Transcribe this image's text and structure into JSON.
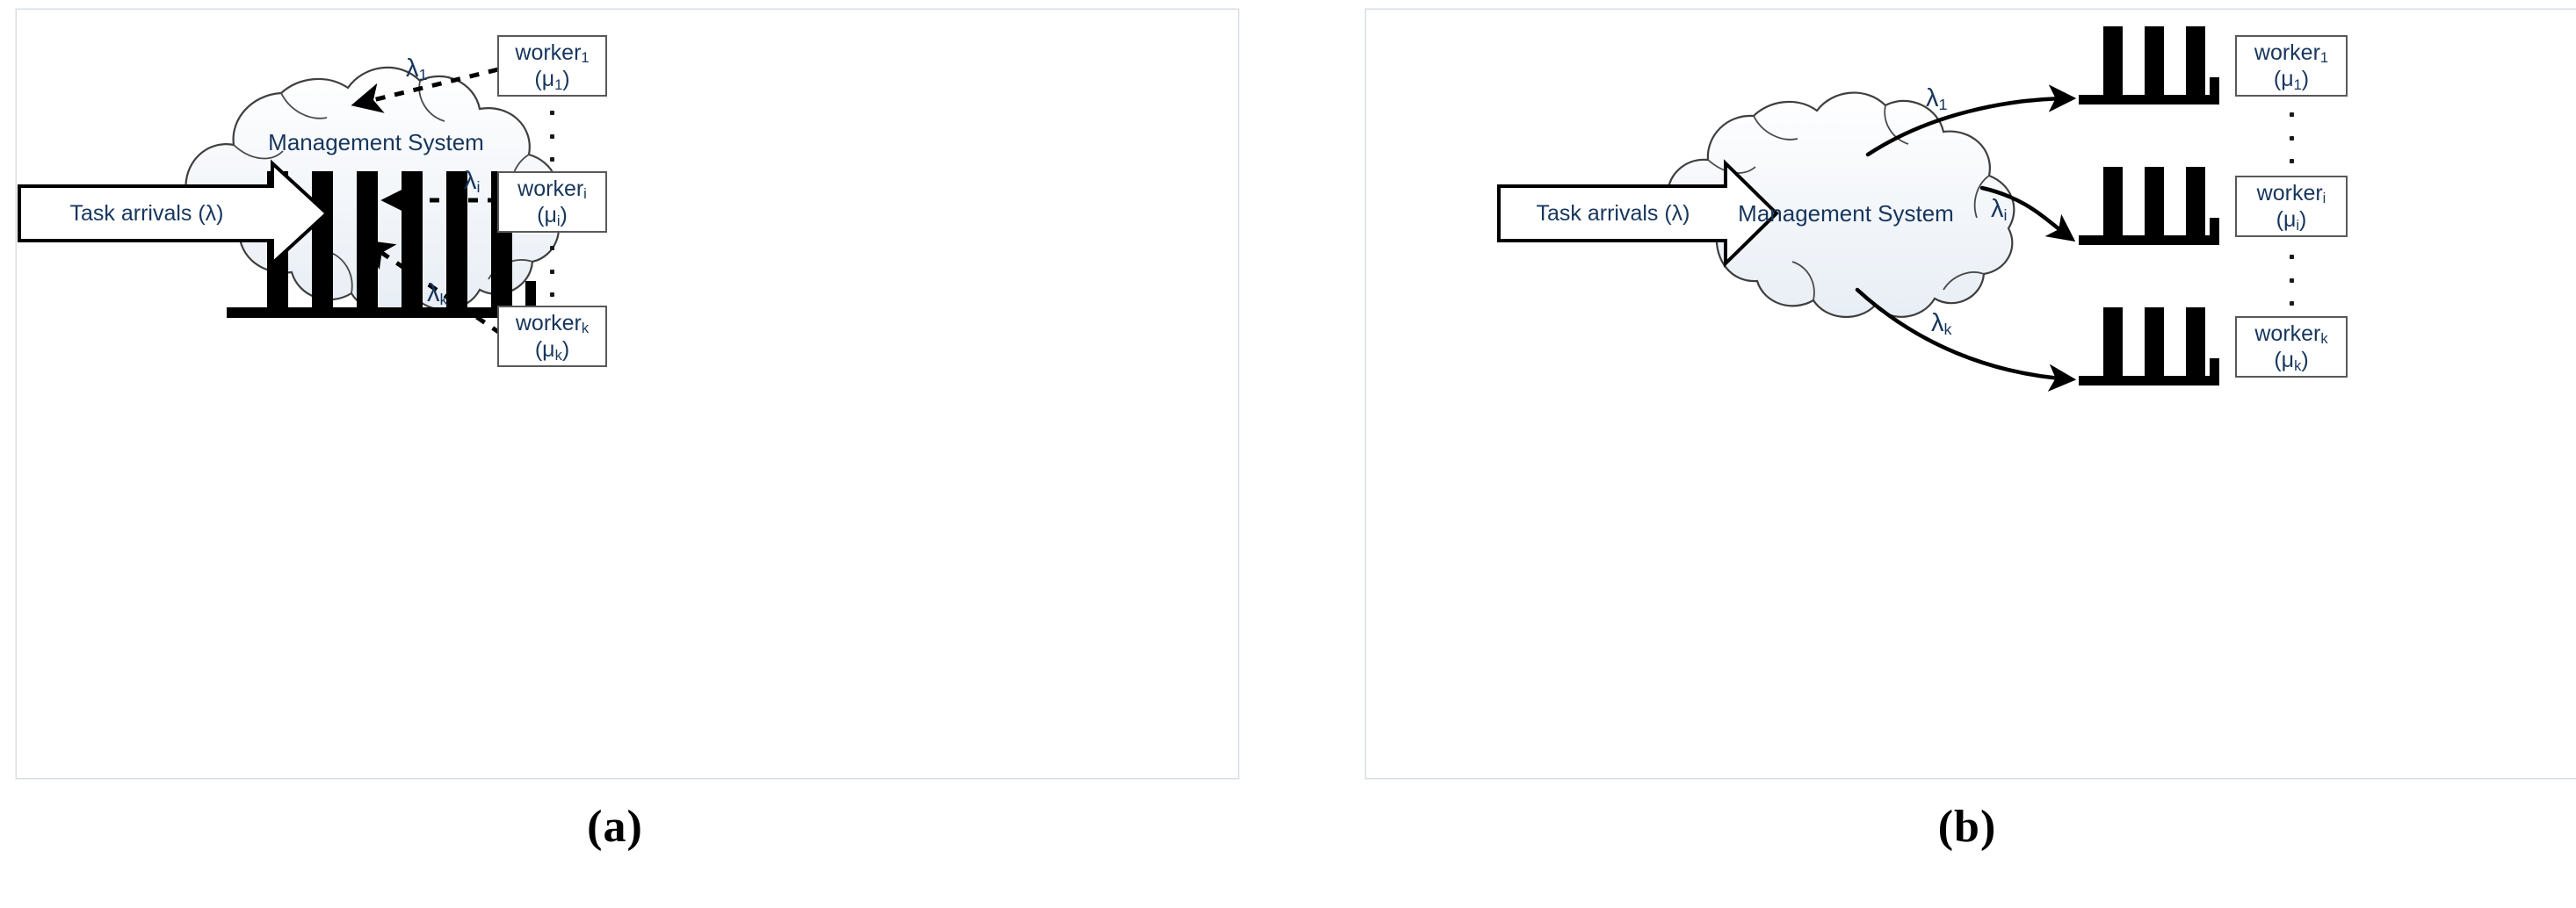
{
  "figure": {
    "panels": [
      {
        "id": "a",
        "caption": "(a)",
        "model": "centralized-queue",
        "arrival": {
          "label": "Task arrivals (λ)",
          "symbol": "λ"
        },
        "cloud": {
          "label": "Management System",
          "queue_bars": 6,
          "queue_type": "single-shared-queue"
        },
        "flows": [
          {
            "label_base": "λ",
            "label_sub": "1",
            "style": "dashed",
            "direction": "worker-to-system"
          },
          {
            "label_base": "λ",
            "label_sub": "i",
            "style": "dashed",
            "direction": "worker-to-system"
          },
          {
            "label_base": "λ",
            "label_sub": "k",
            "style": "dashed",
            "direction": "worker-to-system"
          }
        ],
        "workers": [
          {
            "name_base": "worker",
            "name_sub": "1",
            "rate_base": "(μ",
            "rate_sub": "1",
            "rate_close": ")"
          },
          {
            "name_base": "worker",
            "name_sub": "i",
            "rate_base": "(μ",
            "rate_sub": "i",
            "rate_close": ")"
          },
          {
            "name_base": "worker",
            "name_sub": "k",
            "rate_base": "(μ",
            "rate_sub": "k",
            "rate_close": ")"
          }
        ],
        "ellipses": 2
      },
      {
        "id": "b",
        "caption": "(b)",
        "model": "distributed-queues",
        "arrival": {
          "label": "Task arrivals (λ)",
          "symbol": "λ"
        },
        "cloud": {
          "label": "Management System",
          "queue_bars": 0,
          "queue_type": "no-shared-queue"
        },
        "flows": [
          {
            "label_base": "λ",
            "label_sub": "1",
            "style": "solid",
            "direction": "system-to-worker"
          },
          {
            "label_base": "λ",
            "label_sub": "i",
            "style": "solid",
            "direction": "system-to-worker"
          },
          {
            "label_base": "λ",
            "label_sub": "k",
            "style": "solid",
            "direction": "system-to-worker"
          }
        ],
        "workers": [
          {
            "name_base": "worker",
            "name_sub": "1",
            "rate_base": "(μ",
            "rate_sub": "1",
            "rate_close": ")",
            "queue_bars": 3
          },
          {
            "name_base": "worker",
            "name_sub": "i",
            "rate_base": "(μ",
            "rate_sub": "i",
            "rate_close": ")",
            "queue_bars": 3
          },
          {
            "name_base": "worker",
            "name_sub": "k",
            "rate_base": "(μ",
            "rate_sub": "k",
            "rate_close": ")",
            "queue_bars": 3
          }
        ],
        "ellipses": 2
      }
    ]
  },
  "colors": {
    "text_blue": "#17365D",
    "bar_black": "#000000",
    "box_border": "#595959",
    "panel_border": "#D7DDE3",
    "cloud_fill_top": "#FFFFFF",
    "cloud_fill_bottom": "#EDF2F7",
    "cloud_stroke": "#3F3F3F"
  }
}
